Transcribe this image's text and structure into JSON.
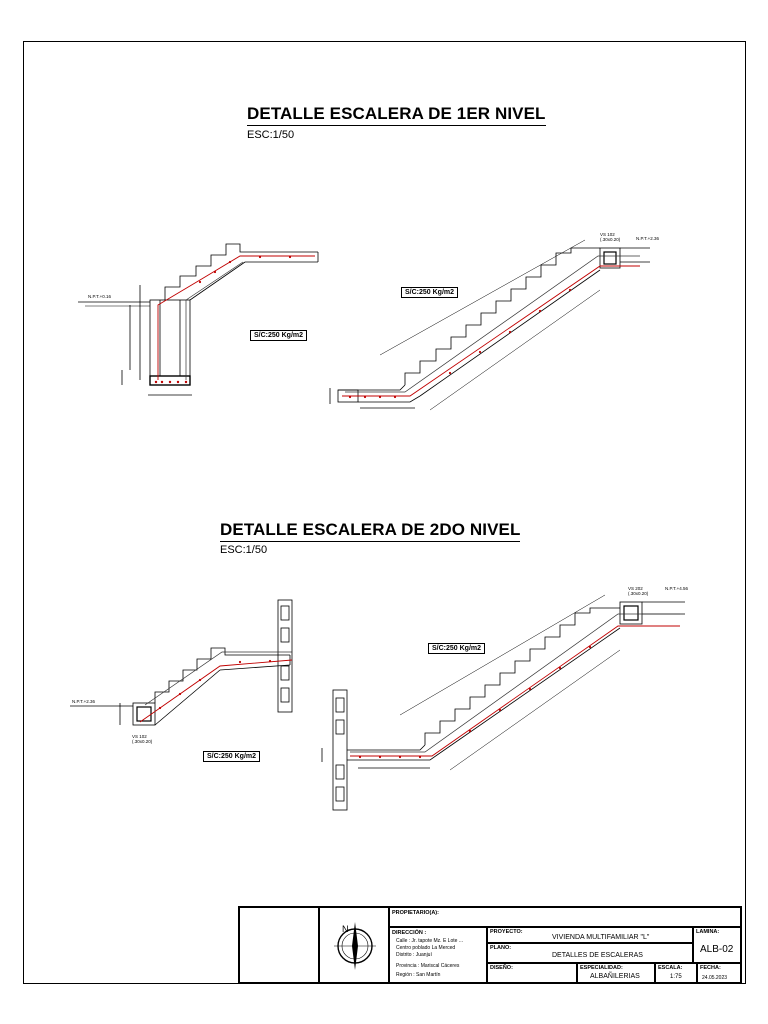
{
  "sheet": {
    "section1": {
      "title": "DETALLE ESCALERA DE 1ER NIVEL",
      "scale": "ESC:1/50",
      "load_label_left": "S/C:250 Kg/m2",
      "load_label_right": "S/C:250 Kg/m2",
      "level_label": "N.P.T.+0.16",
      "level_label_right": "N.P.T.+2.36",
      "beam_label": "VS 102\n(.30x0.20)"
    },
    "section2": {
      "title": "DETALLE ESCALERA DE 2DO NIVEL",
      "scale": "ESC:1/50",
      "load_label_left": "S/C:250 Kg/m2",
      "load_label_right": "S/C:250 Kg/m2",
      "level_label_left": "N.P.T.+2.36",
      "level_label_right": "N.P.T.+4.56",
      "beam_label_left": "VS 102\n(.30x0.20)",
      "beam_label_right": "VS 202\n(.30x0.20)"
    }
  },
  "title_block": {
    "propietario_label": "PROPIETARIO(A):",
    "direccion_label": "DIRECCIÓN :",
    "direccion_lines": [
      "Calle       : Jr. tapote Mz. E Lote ...",
      "Centro poblado La Merced",
      "Distrito     : Juanjuí",
      "Provincia   : Mariscal Cáceres",
      "Región      : San Martín"
    ],
    "proyecto_label": "PROYECTO:",
    "proyecto_value": "VIVIENDA MULTIFAMILIAR \"L\"",
    "plano_label": "PLANO:",
    "plano_value": "DETALLES DE ESCALERAS",
    "diseno_label": "DISEÑO:",
    "especialidad_label": "ESPECIALIDAD:",
    "especialidad_value": "ALBAÑILERIAS",
    "escala_label": "ESCALA:",
    "escala_value": "1:75",
    "lamina_label": "LAMINA:",
    "lamina_value": "ALB-02",
    "fecha_label": "FECHA:",
    "fecha_value": "24.05.2023"
  }
}
